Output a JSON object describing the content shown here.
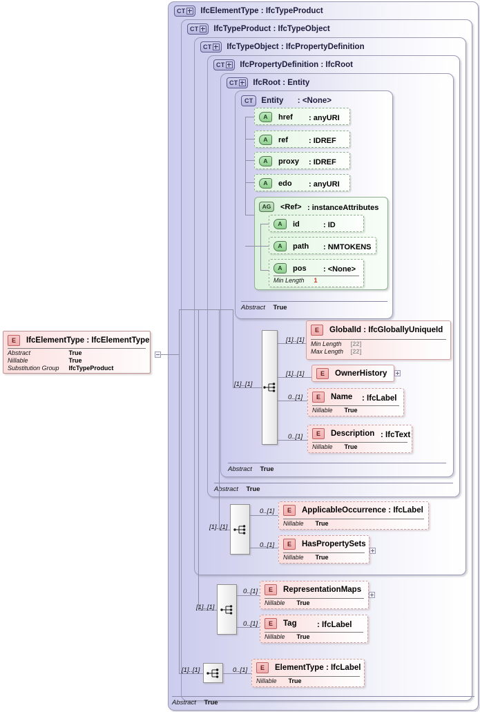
{
  "diagram": {
    "title": "IfcElementType XSD content model",
    "colors": {
      "container_fill": "#ccccee",
      "attribute_fill": "#e2f5e2",
      "element_fill": "#fbdede",
      "facet_value": "#cc3322",
      "line": "#8e8ea6"
    }
  },
  "root_element": {
    "badge": "E",
    "name": "IfcElementType",
    "type": "IfcElementType",
    "separator": ":",
    "properties": [
      {
        "key": "Abstract",
        "value": "True"
      },
      {
        "key": "Nillable",
        "value": "True"
      },
      {
        "key": "Substitution Group",
        "value": "IfcTypeProduct"
      }
    ],
    "expander": "minus-expander"
  },
  "containers": [
    {
      "badge": "CT",
      "expandable": true,
      "name": "IfcElementType",
      "separator": ":",
      "type": "IfcTypeProduct"
    },
    {
      "badge": "CT",
      "expandable": true,
      "name": "IfcTypeProduct",
      "separator": ":",
      "type": "IfcTypeObject"
    },
    {
      "badge": "CT",
      "expandable": true,
      "name": "IfcTypeObject",
      "separator": ":",
      "type": "IfcPropertyDefinition"
    },
    {
      "badge": "CT",
      "expandable": true,
      "name": "IfcPropertyDefinition",
      "separator": ":",
      "type": "IfcRoot"
    },
    {
      "badge": "CT",
      "expandable": true,
      "name": "IfcRoot",
      "separator": ":",
      "type": "Entity"
    },
    {
      "badge": "CT",
      "expandable": false,
      "name": "Entity",
      "separator": ":",
      "type": "<None>"
    }
  ],
  "abstract_footers": [
    {
      "key": "Abstract",
      "value": "True"
    },
    {
      "key": "Abstract",
      "value": "True"
    },
    {
      "key": "Abstract",
      "value": "True"
    },
    {
      "key": "Abstract",
      "value": "True"
    }
  ],
  "attributes": [
    {
      "badge": "A",
      "name": "href",
      "separator": ":",
      "type": "anyURI"
    },
    {
      "badge": "A",
      "name": "ref",
      "separator": ":",
      "type": "IDREF"
    },
    {
      "badge": "A",
      "name": "proxy",
      "separator": ":",
      "type": "IDREF"
    },
    {
      "badge": "A",
      "name": "edo",
      "separator": ":",
      "type": "anyURI"
    }
  ],
  "attribute_group": {
    "badge": "AG",
    "name": "<Ref>",
    "separator": ":",
    "type": "instanceAttributes",
    "attributes": [
      {
        "badge": "A",
        "name": "id",
        "separator": ":",
        "type": "ID",
        "facets": []
      },
      {
        "badge": "A",
        "name": "path",
        "separator": ":",
        "type": "NMTOKENS",
        "facets": []
      },
      {
        "badge": "A",
        "name": "pos",
        "separator": ":",
        "type": "<None>",
        "facets": [
          {
            "key": "Min Length",
            "value": "1"
          }
        ]
      }
    ]
  },
  "elements": [
    {
      "badge": "E",
      "name": "GlobalId",
      "separator": ":",
      "type": "IfcGloballyUniqueId",
      "cardinality": "[1]..[1]",
      "required": true,
      "facets": [
        {
          "key": "Min Length",
          "value": "[22]"
        },
        {
          "key": "Max Length",
          "value": "[22]"
        }
      ],
      "expander": null
    },
    {
      "badge": "E",
      "name": "OwnerHistory",
      "separator": "",
      "type": "",
      "cardinality": "[1]..[1]",
      "required": true,
      "facets": [],
      "expander": "plus-expander"
    },
    {
      "badge": "E",
      "name": "Name",
      "separator": ":",
      "type": "IfcLabel",
      "cardinality": "0..[1]",
      "required": false,
      "facets": [
        {
          "key": "Nillable",
          "value": "True"
        }
      ],
      "expander": null
    },
    {
      "badge": "E",
      "name": "Description",
      "separator": ":",
      "type": "IfcText",
      "cardinality": "0..[1]",
      "required": false,
      "facets": [
        {
          "key": "Nillable",
          "value": "True"
        }
      ],
      "expander": null
    },
    {
      "badge": "E",
      "name": "ApplicableOccurrence",
      "separator": ":",
      "type": "IfcLabel",
      "cardinality": "0..[1]",
      "required": false,
      "facets": [
        {
          "key": "Nillable",
          "value": "True"
        }
      ],
      "expander": null
    },
    {
      "badge": "E",
      "name": "HasPropertySets",
      "separator": "",
      "type": "",
      "cardinality": "0..[1]",
      "required": false,
      "facets": [
        {
          "key": "Nillable",
          "value": "True"
        }
      ],
      "expander": "plus-expander"
    },
    {
      "badge": "E",
      "name": "RepresentationMaps",
      "separator": "",
      "type": "",
      "cardinality": "0..[1]",
      "required": false,
      "facets": [
        {
          "key": "Nillable",
          "value": "True"
        }
      ],
      "expander": "plus-expander"
    },
    {
      "badge": "E",
      "name": "Tag",
      "separator": ":",
      "type": "IfcLabel",
      "cardinality": "0..[1]",
      "required": false,
      "facets": [
        {
          "key": "Nillable",
          "value": "True"
        }
      ],
      "expander": null
    },
    {
      "badge": "E",
      "name": "ElementType",
      "separator": ":",
      "type": "IfcLabel",
      "cardinality": "0..[1]",
      "required": false,
      "facets": [
        {
          "key": "Nillable",
          "value": "True"
        }
      ],
      "expander": null
    }
  ],
  "sequences": [
    {
      "icon": "sequence-icon",
      "cardinality": "[1]..[1]"
    },
    {
      "icon": "sequence-icon",
      "cardinality": "[1]..[1]"
    },
    {
      "icon": "sequence-icon",
      "cardinality": "[1]..[1]"
    },
    {
      "icon": "sequence-icon",
      "cardinality": "[1]..[1]"
    }
  ]
}
